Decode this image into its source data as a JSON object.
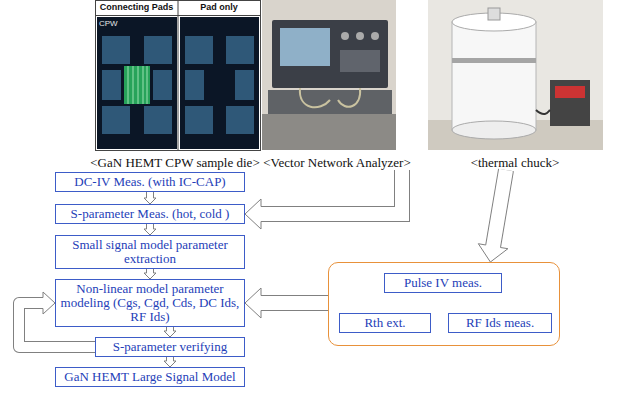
{
  "diagram": {
    "nodes": [
      {
        "text": [
          "Connecting Pads",
          "Pad only",
          "CPW",
          "<GaN HEMT CPW sample die>"
        ]
      },
      {
        "text": [
          "<Vector Network Analyzer>"
        ]
      },
      {
        "text": [
          "<thermal chuck>"
        ]
      },
      {
        "text": [
          "DC-IV Meas. (with IC-CAP)"
        ]
      },
      {
        "text": [
          "S-parameter Meas. (hot, cold )"
        ]
      },
      {
        "text": [
          "Small signal model parameter extraction"
        ]
      },
      {
        "text": []
      },
      {
        "text": [
          "Pulse IV meas."
        ],
        "in": 6
      },
      {
        "text": [
          "Rth ext."
        ],
        "in": 6
      },
      {
        "text": [
          "RF Ids meas."
        ],
        "in": 6
      },
      {
        "text": [
          "Non-linear model parameter modeling (Cgs, Cgd, Cds, DC Ids, RF Ids)"
        ]
      },
      {
        "text": [
          "S-parameter verifying"
        ]
      },
      {
        "text": [
          "GaN HEMT Large Signal Model"
        ]
      }
    ],
    "edges": [
      {
        "from": 1,
        "to": 4,
        "arrow": "to"
      },
      {
        "from": 2,
        "to": 6,
        "arrow": "to"
      },
      {
        "from": 3,
        "to": 4,
        "arrow": "to"
      },
      {
        "from": 4,
        "to": 5,
        "arrow": "to"
      },
      {
        "from": 5,
        "to": 10,
        "arrow": "to"
      },
      {
        "from": 7,
        "to": 8,
        "arrow": "to"
      },
      {
        "from": 7,
        "to": 9,
        "arrow": "to"
      },
      {
        "from": 6,
        "to": 10,
        "arrow": "to"
      },
      {
        "from": 10,
        "to": 11,
        "arrow": "to"
      },
      {
        "from": 11,
        "to": 12,
        "arrow": "to"
      },
      {
        "from": 11,
        "to": 10,
        "arrow": "to"
      }
    ]
  }
}
